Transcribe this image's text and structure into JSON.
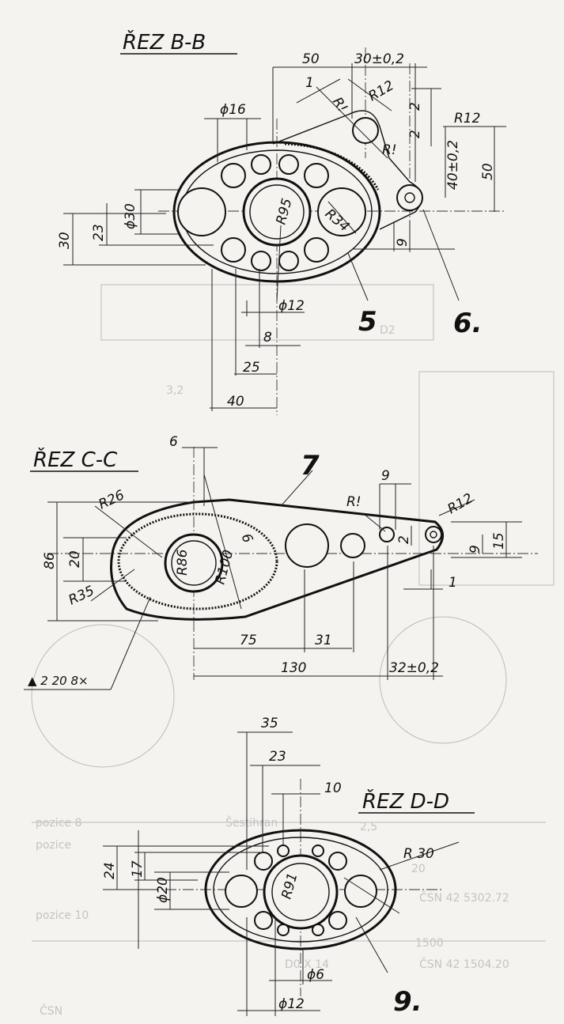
{
  "sections": {
    "bb": {
      "title": "ŘEZ B-B",
      "dims": [
        "50",
        "30±0,2",
        "1",
        "R!",
        "R12",
        "2",
        "2",
        "R!",
        "R12",
        "40±0,2",
        "50",
        "ϕ16",
        "ϕ30",
        "23",
        "30",
        "R95",
        "R34",
        "9",
        "ϕ12",
        "8",
        "25",
        "40"
      ],
      "callouts": [
        "5",
        "6."
      ]
    },
    "cc": {
      "title": "ŘEZ C-C",
      "dims": [
        "6",
        "R26",
        "9",
        "R!",
        "R12",
        "86",
        "20",
        "R35",
        "R86",
        "R100",
        "6",
        "2",
        "9",
        "15",
        "1",
        "75",
        "31",
        "130",
        "32±0,2"
      ],
      "weld_note": "▲ 2 20 8×",
      "callouts": [
        "7"
      ]
    },
    "dd": {
      "title": "ŘEZ D-D",
      "dims": [
        "35",
        "23",
        "10",
        "R 30",
        "24",
        "17",
        "ϕ20",
        "R91",
        "ϕ6",
        "ϕ12"
      ],
      "callouts": [
        "9."
      ]
    }
  },
  "background_notes": [
    "pozice 8",
    "pozice",
    "pozice 10",
    "Šestihran",
    "2,5",
    "20",
    "ČSN 42 5302.72",
    "1500",
    "D0 X 14",
    "ČSN 42 1504.20",
    "ČSN",
    "D2",
    "3,2"
  ]
}
